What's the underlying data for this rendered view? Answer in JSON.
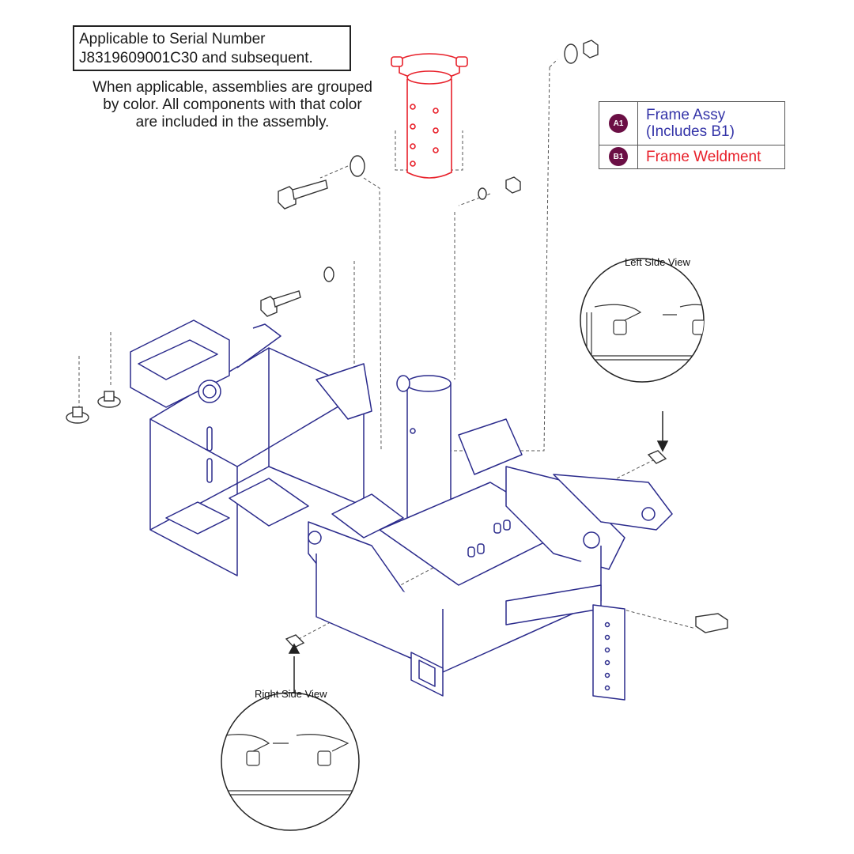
{
  "serial_note": {
    "line1": "Applicable to Serial Number",
    "line2": "J8319609001C30 and subsequent."
  },
  "grouping_note": {
    "line1": "When applicable, assemblies are grouped",
    "line2": "by color. All components with that color",
    "line3": "are included in the assembly."
  },
  "legend": {
    "items": [
      {
        "badge": "A1",
        "label_line1": "Frame Assy",
        "label_line2": "(Includes B1)",
        "color": "#3434a8"
      },
      {
        "badge": "B1",
        "label_line1": "Frame Weldment",
        "color": "#e8202a"
      }
    ],
    "badge_color": "#6b0f45"
  },
  "callouts": {
    "left_view": "Left Side View",
    "right_view": "Right Side View"
  },
  "colors": {
    "frame_line": "#2b2b8c",
    "weldment_line": "#e8202a",
    "hardware_line": "#333333"
  }
}
